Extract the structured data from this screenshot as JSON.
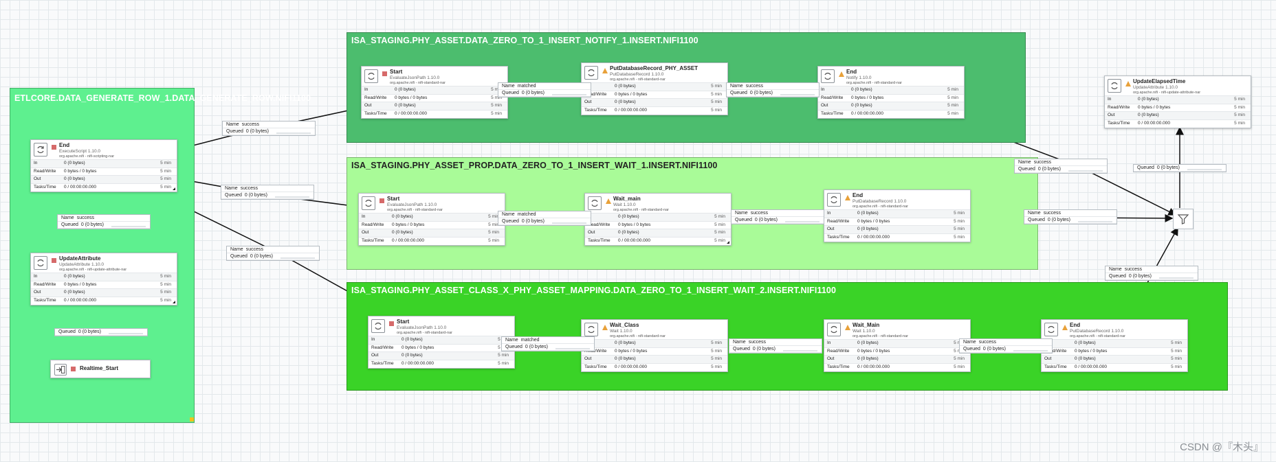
{
  "colors": {
    "pg_etl": "#5ef08f",
    "pg_notify": "#4cbd6e",
    "pg_prop": "#a9fb98",
    "pg_class": "#3ad327",
    "title_text": "#ffffff"
  },
  "groups": {
    "etl": {
      "title": "ETLCORE.DATA_GENERATE_ROW_1.DATA_GENERATE_ROW.NIFI1100"
    },
    "notify": {
      "title": "ISA_STAGING.PHY_ASSET.DATA_ZERO_TO_1_INSERT_NOTIFY_1.INSERT.NIFI1100"
    },
    "prop": {
      "title": "ISA_STAGING.PHY_ASSET_PROP.DATA_ZERO_TO_1_INSERT_WAIT_1.INSERT.NIFI1100"
    },
    "class": {
      "title": "ISA_STAGING.PHY_ASSET_CLASS_X_PHY_ASSET_MAPPING.DATA_ZERO_TO_1_INSERT_WAIT_2.INSERT.NIFI1100"
    }
  },
  "processors": {
    "etl_end": {
      "name": "End",
      "type": "ExecuteScript 1.10.0",
      "bundle": "org.apache.nifi - nifi-scripting-nar",
      "status": "stopped-icon",
      "in": "0 (0 bytes)",
      "rw": "0 bytes / 0 bytes",
      "out": "0 (0 bytes)",
      "tasks": "0 / 00:00:00.000",
      "in_t": "5 min",
      "rw_t": "5 min",
      "out_t": "5 min",
      "tasks_t": "5 min"
    },
    "etl_update": {
      "name": "UpdateAttribute",
      "type": "UpdateAttribute 1.10.0",
      "bundle": "org.apache.nifi - nifi-update-attribute-nar",
      "status": "stopped-icon",
      "in": "0 (0 bytes)",
      "rw": "0 bytes / 0 bytes",
      "out": "0 (0 bytes)",
      "tasks": "0 / 00:00:00.000",
      "in_t": "5 min",
      "rw_t": "5 min",
      "out_t": "5 min",
      "tasks_t": "5 min"
    },
    "n_start": {
      "name": "Start",
      "type": "EvaluateJsonPath 1.10.0",
      "bundle": "org.apache.nifi - nifi-standard-nar",
      "status": "stopped-icon",
      "in": "0 (0 bytes)",
      "rw": "0 bytes / 0 bytes",
      "out": "0 (0 bytes)",
      "tasks": "0 / 00:00:00.000",
      "in_t": "5 min",
      "rw_t": "5 min",
      "out_t": "5 min",
      "tasks_t": "5 min"
    },
    "n_put": {
      "name": "PutDatabaseRecord_PHY_ASSET",
      "type": "PutDatabaseRecord 1.10.0",
      "bundle": "org.apache.nifi - nifi-standard-nar",
      "status": "warning-icon",
      "in": "0 (0 bytes)",
      "rw": "0 bytes / 0 bytes",
      "out": "0 (0 bytes)",
      "tasks": "0 / 00:00:00.000",
      "in_t": "5 min",
      "rw_t": "5 min",
      "out_t": "5 min",
      "tasks_t": "5 min"
    },
    "n_end": {
      "name": "End",
      "type": "Notify 1.10.0",
      "bundle": "org.apache.nifi - nifi-standard-nar",
      "status": "warning-icon",
      "in": "0 (0 bytes)",
      "rw": "0 bytes / 0 bytes",
      "out": "0 (0 bytes)",
      "tasks": "0 / 00:00:00.000",
      "in_t": "5 min",
      "rw_t": "5 min",
      "out_t": "5 min",
      "tasks_t": "5 min"
    },
    "p_start": {
      "name": "Start",
      "type": "EvaluateJsonPath 1.10.0",
      "bundle": "org.apache.nifi - nifi-standard-nar",
      "status": "stopped-icon",
      "in": "0 (0 bytes)",
      "rw": "0 bytes / 0 bytes",
      "out": "0 (0 bytes)",
      "tasks": "0 / 00:00:00.000",
      "in_t": "5 min",
      "rw_t": "5 min",
      "out_t": "5 min",
      "tasks_t": "5 min"
    },
    "p_wait": {
      "name": "Wait_main",
      "type": "Wait 1.10.0",
      "bundle": "org.apache.nifi - nifi-standard-nar",
      "status": "warning-icon",
      "in": "0 (0 bytes)",
      "rw": "0 bytes / 0 bytes",
      "out": "0 (0 bytes)",
      "tasks": "0 / 00:00:00.000",
      "in_t": "5 min",
      "rw_t": "5 min",
      "out_t": "5 min",
      "tasks_t": "5 min"
    },
    "p_end": {
      "name": "End",
      "type": "PutDatabaseRecord 1.10.0",
      "bundle": "org.apache.nifi - nifi-standard-nar",
      "status": "warning-icon",
      "in": "0 (0 bytes)",
      "rw": "0 bytes / 0 bytes",
      "out": "0 (0 bytes)",
      "tasks": "0 / 00:00:00.000",
      "in_t": "5 min",
      "rw_t": "5 min",
      "out_t": "5 min",
      "tasks_t": "5 min"
    },
    "c_start": {
      "name": "Start",
      "type": "EvaluateJsonPath 1.10.0",
      "bundle": "org.apache.nifi - nifi-standard-nar",
      "status": "stopped-icon",
      "in": "0 (0 bytes)",
      "rw": "0 bytes / 0 bytes",
      "out": "0 (0 bytes)",
      "tasks": "0 / 00:00:00.000",
      "in_t": "5 min",
      "rw_t": "5 min",
      "out_t": "5 min",
      "tasks_t": "5 min"
    },
    "c_wait_class": {
      "name": "Wait_Class",
      "type": "Wait 1.10.0",
      "bundle": "org.apache.nifi - nifi-standard-nar",
      "status": "warning-icon",
      "in": "0 (0 bytes)",
      "rw": "0 bytes / 0 bytes",
      "out": "0 (0 bytes)",
      "tasks": "0 / 00:00:00.000",
      "in_t": "5 min",
      "rw_t": "5 min",
      "out_t": "5 min",
      "tasks_t": "5 min"
    },
    "c_wait_main": {
      "name": "Wait_Main",
      "type": "Wait 1.10.0",
      "bundle": "org.apache.nifi - nifi-standard-nar",
      "status": "warning-icon",
      "in": "0 (0 bytes)",
      "rw": "0 bytes / 0 bytes",
      "out": "0 (0 bytes)",
      "tasks": "0 / 00:00:00.000",
      "in_t": "5 min",
      "rw_t": "5 min",
      "out_t": "5 min",
      "tasks_t": "5 min"
    },
    "c_end": {
      "name": "End",
      "type": "PutDatabaseRecord 1.10.0",
      "bundle": "org.apache.nifi - nifi-standard-nar",
      "status": "warning-icon",
      "in": "0 (0 bytes)",
      "rw": "0 bytes / 0 bytes",
      "out": "0 (0 bytes)",
      "tasks": "0 / 00:00:00.000",
      "in_t": "5 min",
      "rw_t": "5 min",
      "out_t": "5 min",
      "tasks_t": "5 min"
    },
    "elapsed": {
      "name": "UpdateElapsedTime",
      "type": "UpdateAttribute 1.10.0",
      "bundle": "org.apache.nifi - nifi-update-attribute-nar",
      "status": "warning-icon",
      "in": "0 (0 bytes)",
      "rw": "0 bytes / 0 bytes",
      "out": "0 (0 bytes)",
      "tasks": "0 / 00:00:00.000",
      "in_t": "5 min",
      "rw_t": "5 min",
      "out_t": "5 min",
      "tasks_t": "5 min"
    }
  },
  "row_labels": {
    "in": "In",
    "rw": "Read/Write",
    "out": "Out",
    "tasks": "Tasks/Time"
  },
  "source": {
    "name": "Realtime_Start",
    "status": "stopped-icon"
  },
  "conn_labels": {
    "name": "Name",
    "queued": "Queued"
  },
  "connections": {
    "c1": {
      "name": "success",
      "queued": "0 (0 bytes)"
    },
    "c2": {
      "name": "success",
      "queued": "0 (0 bytes)"
    },
    "c3": {
      "name": "success",
      "queued": "0 (0 bytes)"
    },
    "c4": {
      "name": "success",
      "queued": "0 (0 bytes)"
    },
    "c5": {
      "queued": "0 (0 bytes)"
    },
    "c6": {
      "name": "matched",
      "queued": "0 (0 bytes)"
    },
    "c7": {
      "name": "success",
      "queued": "0 (0 bytes)"
    },
    "c8": {
      "name": "success",
      "queued": "0 (0 bytes)"
    },
    "c9": {
      "name": "matched",
      "queued": "0 (0 bytes)"
    },
    "c10": {
      "name": "success",
      "queued": "0 (0 bytes)"
    },
    "c11": {
      "name": "success",
      "queued": "0 (0 bytes)"
    },
    "c12": {
      "queued": "0 (0 bytes)"
    },
    "c13": {
      "name": "matched",
      "queued": "0 (0 bytes)"
    },
    "c14": {
      "name": "success",
      "queued": "0 (0 bytes)"
    },
    "c15": {
      "name": "success",
      "queued": "0 (0 bytes)"
    },
    "c16": {
      "name": "success",
      "queued": "0 (0 bytes)"
    }
  },
  "watermark": "CSDN @『木头』"
}
